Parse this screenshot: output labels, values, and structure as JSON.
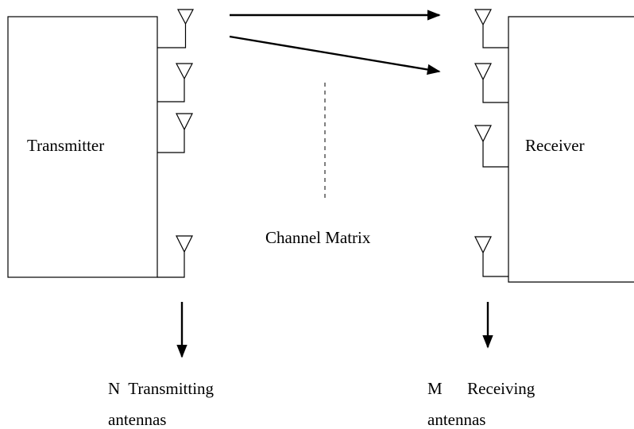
{
  "labels": {
    "transmitter": "Transmitter",
    "receiver": "Receiver",
    "channel": "Channel Matrix",
    "tx_count_line1": "N  Transmitting",
    "tx_count_line2": "antennas",
    "rx_count_line1": "M      Receiving",
    "rx_count_line2": "antennas"
  },
  "antennas": {
    "transmit_drawn": 4,
    "receive_drawn": 4
  },
  "colors": {
    "stroke": "#000000",
    "background": "#ffffff"
  }
}
